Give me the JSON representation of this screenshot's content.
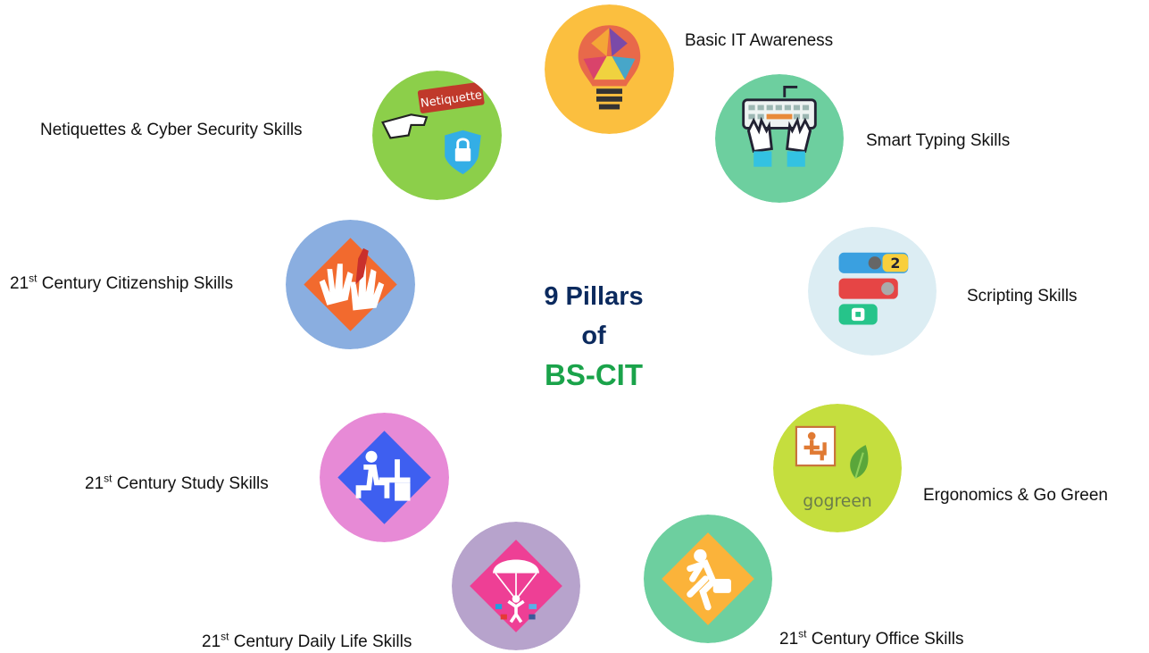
{
  "title": {
    "line1": "9 Pillars",
    "line2": "of",
    "line3": "BS-CIT"
  },
  "pillars": [
    {
      "label": "Basic IT Awareness",
      "color": "#fbbf3f",
      "icon": "lightbulb-icon"
    },
    {
      "label": "Smart Typing Skills",
      "color": "#6dcf9f",
      "icon": "keyboard-icon"
    },
    {
      "label": "Scripting Skills",
      "color": "#dcedf3",
      "icon": "code-blocks-icon"
    },
    {
      "label": "Ergonomics & Go Green",
      "color": "#c5de3e",
      "icon": "gogreen-icon",
      "icon_text": "gogreen"
    },
    {
      "prefix": "21",
      "sup": "st",
      "label": " Century Office Skills",
      "color": "#6dcf9f",
      "icon": "office-worker-icon"
    },
    {
      "prefix": "21",
      "sup": "st",
      "label": " Century Daily Life Skills",
      "color": "#b7a3cc",
      "icon": "parachute-icon"
    },
    {
      "prefix": "21",
      "sup": "st",
      "label": " Century Study Skills",
      "color": "#e78ad6",
      "icon": "study-desk-icon"
    },
    {
      "prefix": "21",
      "sup": "st",
      "label": " Century Citizenship Skills",
      "color": "#8aaee0",
      "icon": "raised-hands-icon"
    },
    {
      "label": "Netiquettes & Cyber Security Skills",
      "color": "#8ccf4a",
      "icon": "netiquette-shield-icon",
      "icon_text": "Netiquette"
    }
  ]
}
